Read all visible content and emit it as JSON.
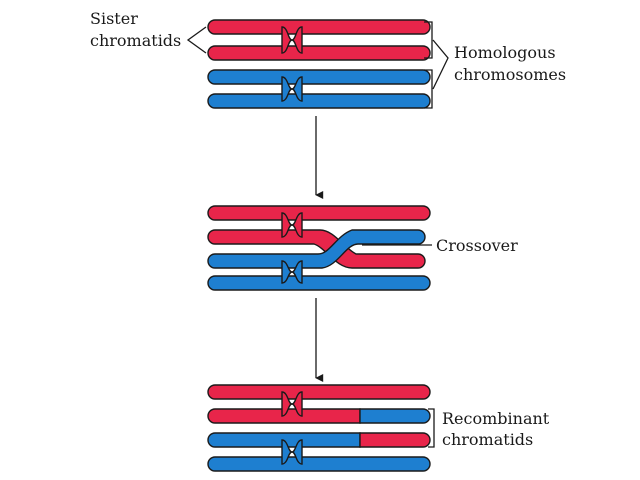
{
  "labels": {
    "sister_line1": "Sister",
    "sister_line2": "chromatids",
    "homologous_line1": "Homologous",
    "homologous_line2": "chromosomes",
    "crossover": "Crossover",
    "recombinant_line1": "Recombinant",
    "recombinant_line2": "chromatids"
  },
  "colors": {
    "maternal": "#e8254a",
    "paternal": "#1e7fd0",
    "outline": "#1a1a1a"
  }
}
